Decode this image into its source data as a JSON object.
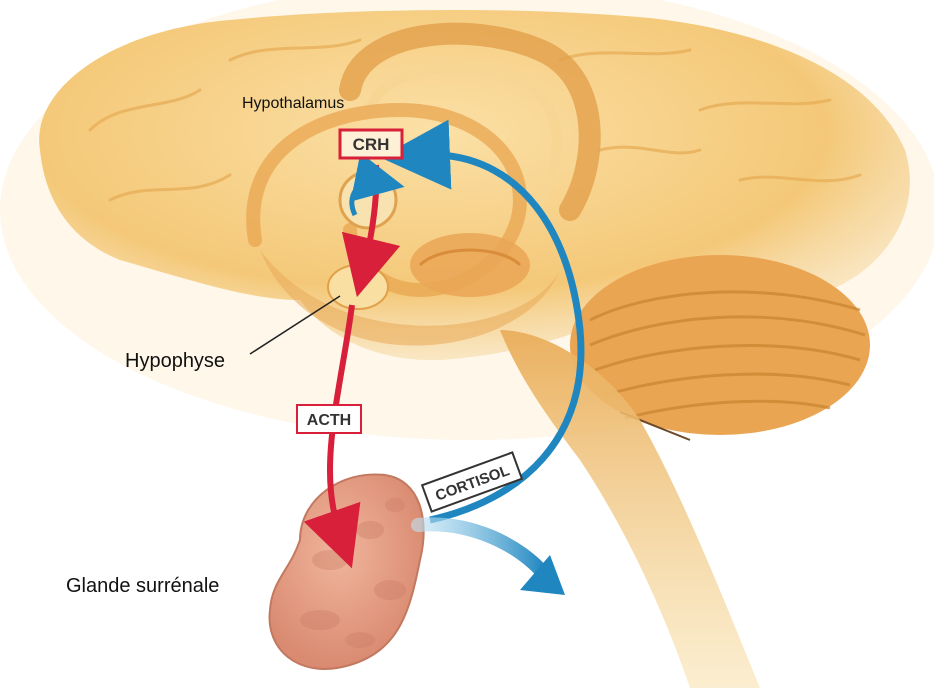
{
  "labels": {
    "hypothalamus": "Hypothalamus",
    "hypophyse": "Hypophyse",
    "glande": "Glande surrénale",
    "crh": "CRH",
    "acth": "ACTH",
    "cortisol": "CORTISOL"
  },
  "colors": {
    "brain": "#f5cf82",
    "brain_dark": "#e3a94f",
    "brain_shadow": "#d99640",
    "cerebellum": "#eba95a",
    "adrenal": "#e8a089",
    "adrenal_dark": "#c97a63",
    "red_arrow": "#d8203a",
    "blue_arrow": "#1f86c0",
    "tag_border_red": "#d8203a",
    "tag_border_dark": "#333333"
  }
}
